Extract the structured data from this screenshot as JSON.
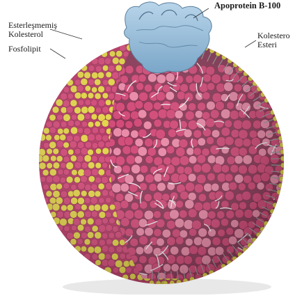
{
  "labels": {
    "apoprotein": "Apoprotein B-100",
    "unesterified_line1": "Esterleşmemiş",
    "unesterified_line2": "Kolesterol",
    "phospholipid": "Fosfolipit",
    "ester_line1": "Kolestero",
    "ester_line2": "Esteri"
  },
  "colors": {
    "phospholipid_head": "#e4d44a",
    "cholesterol_ester": "#d24a78",
    "cholesterol_ester_light": "#e98aa8",
    "apoprotein": "#8fb8d8",
    "tail_line": "#f2f2f2",
    "shadow": "#d8d8d8"
  }
}
